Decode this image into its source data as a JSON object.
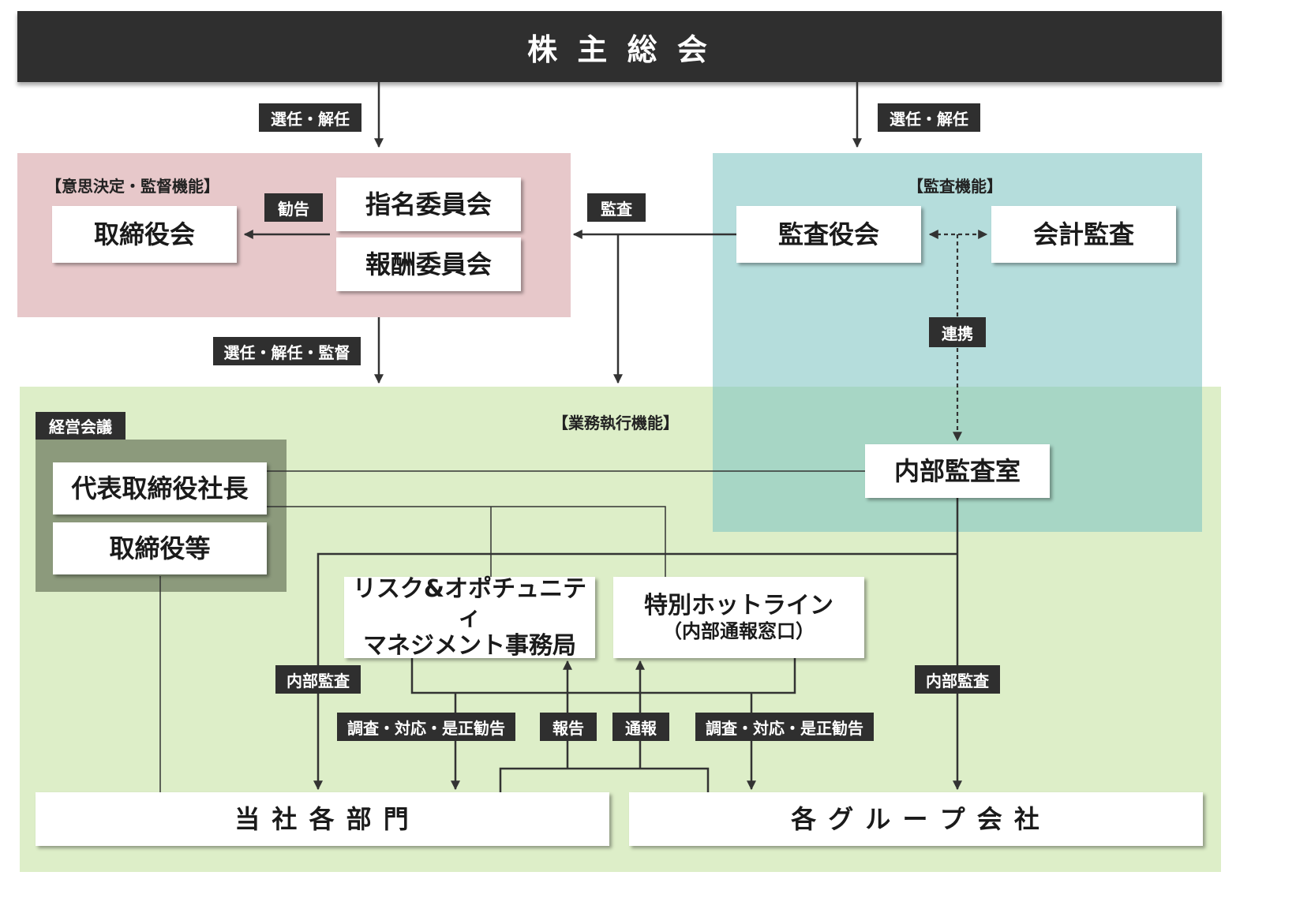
{
  "top": {
    "title": "株 主 総 会"
  },
  "regions": {
    "supervision": {
      "label": "【意思決定・監督機能】",
      "color": "#e7c8ca"
    },
    "audit": {
      "label": "【監査機能】",
      "color": "#b3ddda"
    },
    "execution": {
      "label": "【業務執行機能】",
      "color": "#ddeec8"
    },
    "management_meeting": {
      "label": "経営会議",
      "color": "#8c9a7c"
    }
  },
  "boxes": {
    "board": "取締役会",
    "nomination": "指名委員会",
    "compensation": "報酬委員会",
    "audit_board": "監査役会",
    "accounting_audit": "会計監査",
    "internal_audit_office": "内部監査室",
    "president": "代表取締役社長",
    "directors": "取締役等",
    "risk_line1": "リスク&オポチュニティ",
    "risk_line2": "マネジメント事務局",
    "hotline_line1": "特別ホットライン",
    "hotline_line2": "（内部通報窓口）",
    "departments": "当 社 各 部 門",
    "group_companies": "各 グ ル ー プ 会 社"
  },
  "tags": {
    "appoint_left": "選任・解任",
    "appoint_right": "選任・解任",
    "recommend": "勧告",
    "audit": "監査",
    "appoint_supervise": "選任・解任・監督",
    "cooperation": "連携",
    "internal_audit_left": "内部監査",
    "internal_audit_right": "内部監査",
    "investigate_left": "調査・対応・是正勧告",
    "report": "報告",
    "notify": "通報",
    "investigate_right": "調査・対応・是正勧告"
  },
  "colors": {
    "header": "#2f2f2f",
    "line": "#333333"
  }
}
